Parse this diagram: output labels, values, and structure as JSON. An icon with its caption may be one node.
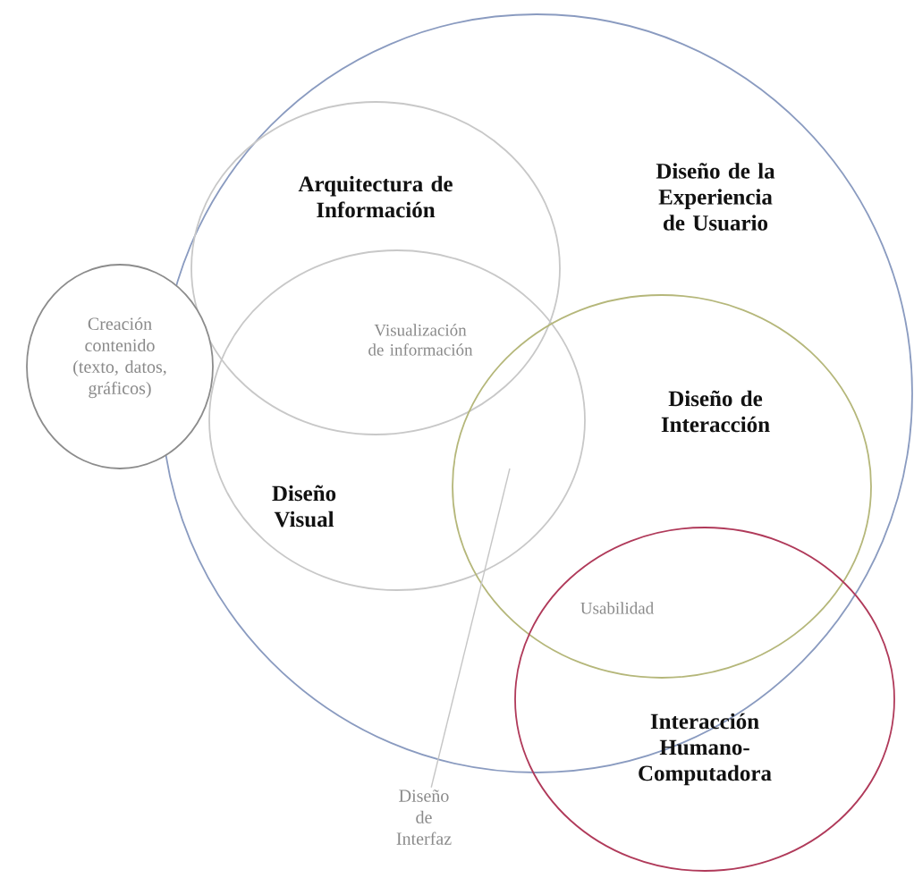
{
  "diagram": {
    "nodes": [
      {
        "text": [
          "Diseño de la Experiencia de Usuario"
        ]
      },
      {
        "text": [
          "Arquitectura de Información"
        ],
        "in": 0
      },
      {
        "text": [
          "Creación contenido (texto, datos, gráficos)"
        ]
      },
      {
        "text": [
          "Diseño Visual"
        ],
        "in": 0
      },
      {
        "text": [
          "Diseño de Interacción"
        ],
        "in": 0
      },
      {
        "text": [
          "Interacción Humano-Computadora"
        ]
      },
      {
        "text": [
          "Diseño de Interfaz"
        ]
      }
    ],
    "edges": [
      {
        "from": 6,
        "to": 3,
        "arrow": "none"
      }
    ],
    "labels": [
      "Visualización de información",
      "Usabilidad"
    ]
  }
}
